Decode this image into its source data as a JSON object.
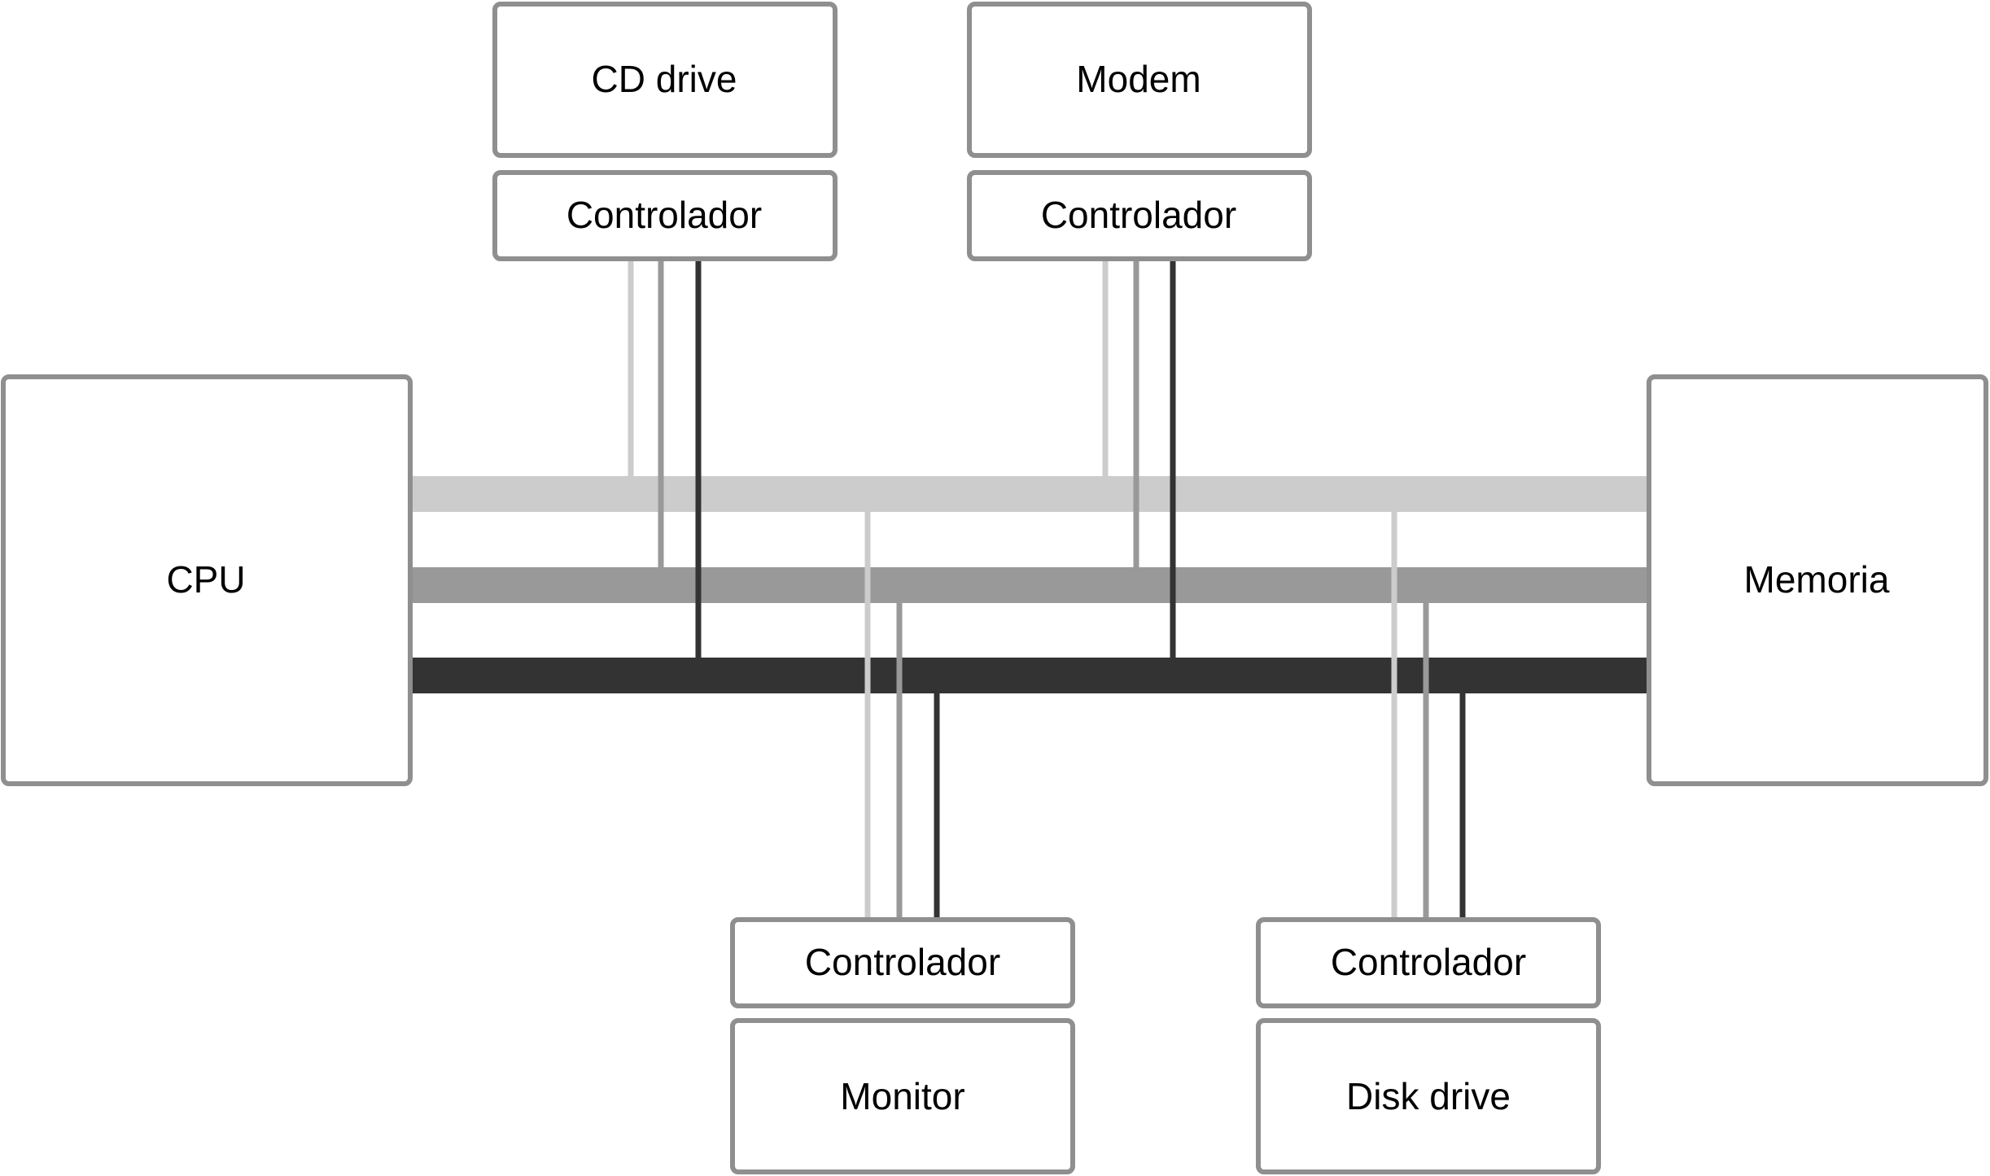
{
  "components": {
    "cpu": "CPU",
    "memory": "Memoria",
    "cd_drive": "CD drive",
    "modem": "Modem",
    "monitor": "Monitor",
    "disk_drive": "Disk drive"
  },
  "controllers": {
    "cd_drive": "Controlador",
    "modem": "Controlador",
    "monitor": "Controlador",
    "disk_drive": "Controlador"
  },
  "colors": {
    "bus_light": "#cccccc",
    "bus_medium": "#999999",
    "bus_dark": "#333333",
    "box_stroke": "#8f8f8f"
  }
}
